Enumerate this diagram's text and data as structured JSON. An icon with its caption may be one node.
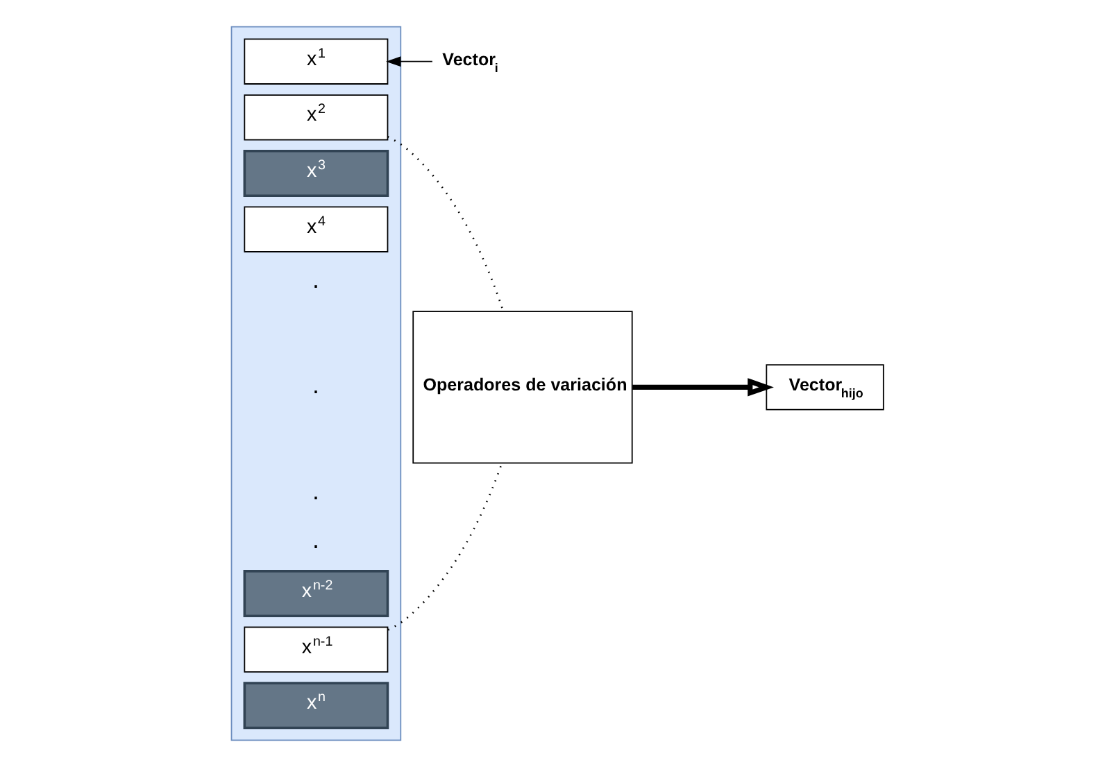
{
  "diagram": {
    "nodes": [
      {
        "text": [],
        "shape": "box"
      },
      {
        "text": [
          "x$^{1}$"
        ],
        "in": 0
      },
      {
        "text": [
          "x$^{2}$"
        ],
        "in": 0
      },
      {
        "text": [
          "x$^{3}$"
        ],
        "in": 0
      },
      {
        "text": [
          "x$^{4}$"
        ],
        "in": 0
      },
      {
        "text": [
          "x$^{n-2}$"
        ],
        "in": 0
      },
      {
        "text": [
          "x$^{n-1}$"
        ],
        "in": 0
      },
      {
        "text": [
          "x$^{n}$"
        ],
        "in": 0
      },
      {
        "text": [
          "Vector$_{i}$"
        ]
      },
      {
        "text": [
          "Operadores de variación"
        ]
      },
      {
        "text": [
          "Vector$_{hijo}$"
        ]
      }
    ],
    "edges": [
      {
        "from": 8,
        "to": 1,
        "arrow": "to"
      },
      {
        "from": 2,
        "to": 9,
        "arrow": "none",
        "style": "dashed"
      },
      {
        "from": 6,
        "to": 9,
        "arrow": "none",
        "style": "dashed"
      },
      {
        "from": 9,
        "to": 10,
        "arrow": "to",
        "style": "thick"
      }
    ],
    "labels": [
      ".",
      ".",
      ".",
      "."
    ]
  }
}
